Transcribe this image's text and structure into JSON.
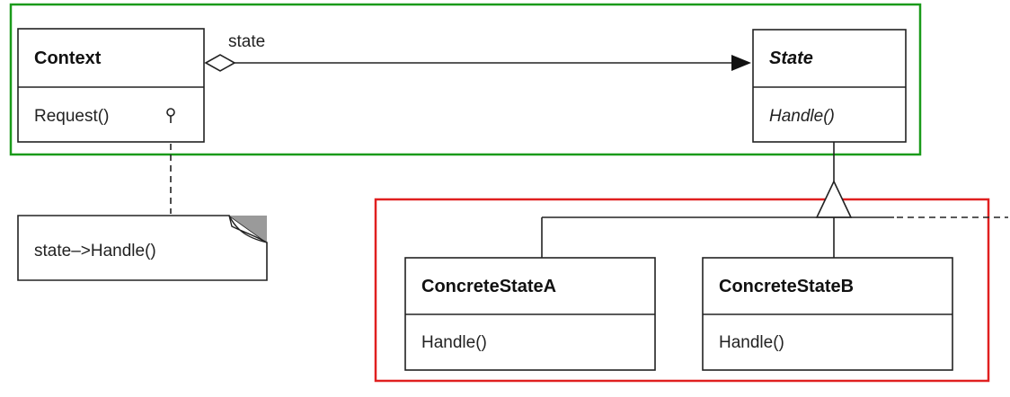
{
  "diagram": {
    "context": {
      "name": "Context",
      "operation": "Request()"
    },
    "state": {
      "name": "State",
      "operation": "Handle()"
    },
    "association": {
      "label": "state"
    },
    "note": {
      "text": "state–>Handle()"
    },
    "concrete_a": {
      "name": "ConcreteStateA",
      "operation": "Handle()"
    },
    "concrete_b": {
      "name": "ConcreteStateB",
      "operation": "Handle()"
    },
    "colors": {
      "context_group_border": "#1a9a1a",
      "subclass_group_border": "#e02020",
      "note_corner_fill": "#9a9a9a"
    }
  }
}
